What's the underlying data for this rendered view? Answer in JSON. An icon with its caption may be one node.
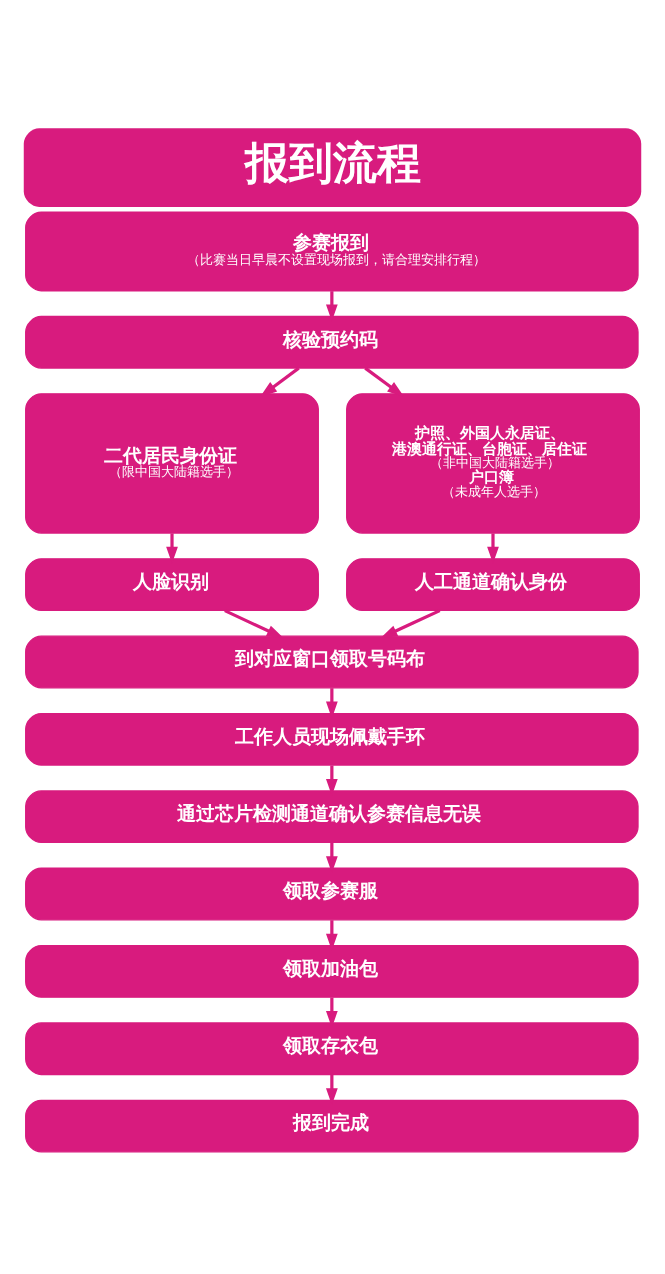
{
  "diagram": {
    "title": "报到流程",
    "nodes": [
      {
        "text": [
          "参赛报到",
          "（比赛当日早晨不设置现场报到，请合理安排行程）"
        ]
      },
      {
        "text": [
          "核验预约码"
        ]
      },
      {
        "text": [
          "二代居民身份证",
          "（限中国大陆籍选手）"
        ]
      },
      {
        "text": [
          "护照、外国人永居证、港澳通行证、台胞证、居住证",
          "（非中国大陆籍选手）",
          "户口簿",
          "（未成年人选手）"
        ]
      },
      {
        "text": [
          "人脸识别"
        ]
      },
      {
        "text": [
          "人工通道确认身份"
        ]
      },
      {
        "text": [
          "到对应窗口领取号码布"
        ]
      },
      {
        "text": [
          "工作人员现场佩戴手环"
        ]
      },
      {
        "text": [
          "通过芯片检测通道确认参赛信息无误"
        ]
      },
      {
        "text": [
          "领取参赛服"
        ]
      },
      {
        "text": [
          "领取加油包"
        ]
      },
      {
        "text": [
          "领取存衣包"
        ]
      },
      {
        "text": [
          "报到完成"
        ]
      }
    ],
    "edges": [
      {
        "from": 0,
        "to": 1,
        "arrow": "to"
      },
      {
        "from": 1,
        "to": 2,
        "arrow": "to"
      },
      {
        "from": 1,
        "to": 3,
        "arrow": "to"
      },
      {
        "from": 2,
        "to": 4,
        "arrow": "to"
      },
      {
        "from": 3,
        "to": 5,
        "arrow": "to"
      },
      {
        "from": 4,
        "to": 6,
        "arrow": "to"
      },
      {
        "from": 5,
        "to": 6,
        "arrow": "to"
      },
      {
        "from": 6,
        "to": 7,
        "arrow": "to"
      },
      {
        "from": 7,
        "to": 8,
        "arrow": "to"
      },
      {
        "from": 8,
        "to": 9,
        "arrow": "to"
      },
      {
        "from": 9,
        "to": 10,
        "arrow": "to"
      },
      {
        "from": 10,
        "to": 11,
        "arrow": "to"
      },
      {
        "from": 11,
        "to": 12,
        "arrow": "to"
      }
    ]
  }
}
